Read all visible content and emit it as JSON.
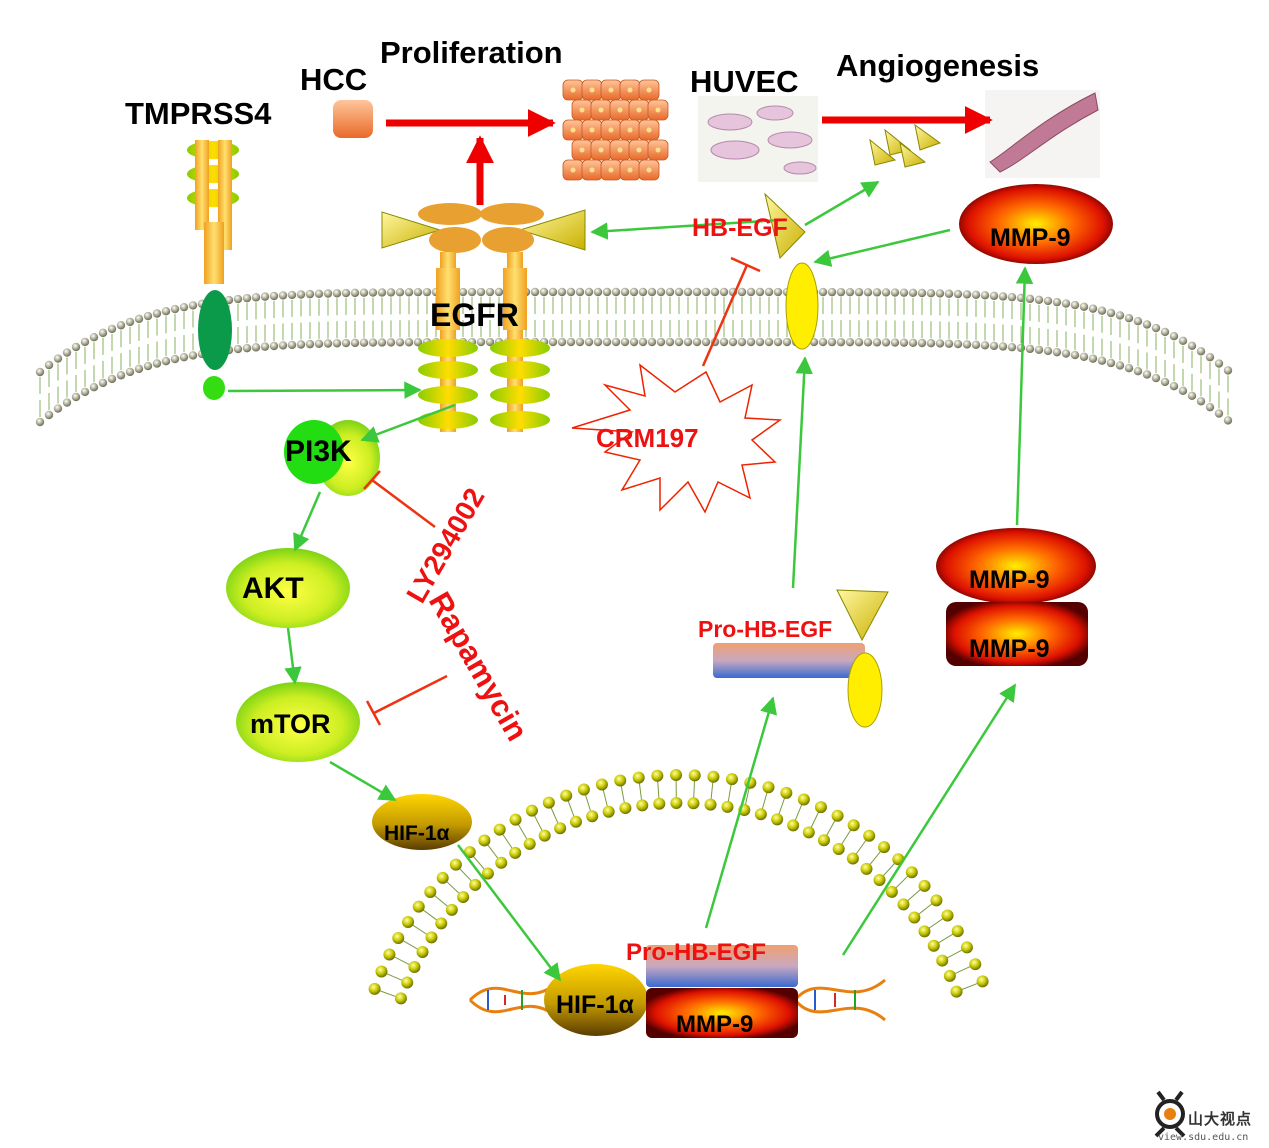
{
  "labels": {
    "tmprss4": "TMPRSS4",
    "hcc": "HCC",
    "proliferation": "Proliferation",
    "huvec": "HUVEC",
    "angiogenesis": "Angiogenesis",
    "hb_egf": "HB-EGF",
    "mmp9_top": "MMP-9",
    "egfr": "EGFR",
    "pi3k": "PI3K",
    "crm197": "CRM197",
    "ly294002": "LY294002",
    "rapamycin": "Rapamycin",
    "akt": "AKT",
    "mtor": "mTOR",
    "hif1a": "HIF-1α",
    "pro_hb_egf": "Pro-HB-EGF",
    "mmp9_a": "MMP-9",
    "mmp9_b": "MMP-9",
    "hif1a_nucleus": "HIF-1α",
    "pro_hb_egf_nucleus": "Pro-HB-EGF",
    "mmp9_nucleus": "MMP-9"
  },
  "watermark": {
    "brand": "山大视点",
    "url": "view.sdu.edu.cn"
  },
  "colors": {
    "activation_arrow": "#3cc83c",
    "inhibition": "#ee3311",
    "red_arrow": "#ee0000",
    "inhibitor_text": "#ee1111"
  }
}
